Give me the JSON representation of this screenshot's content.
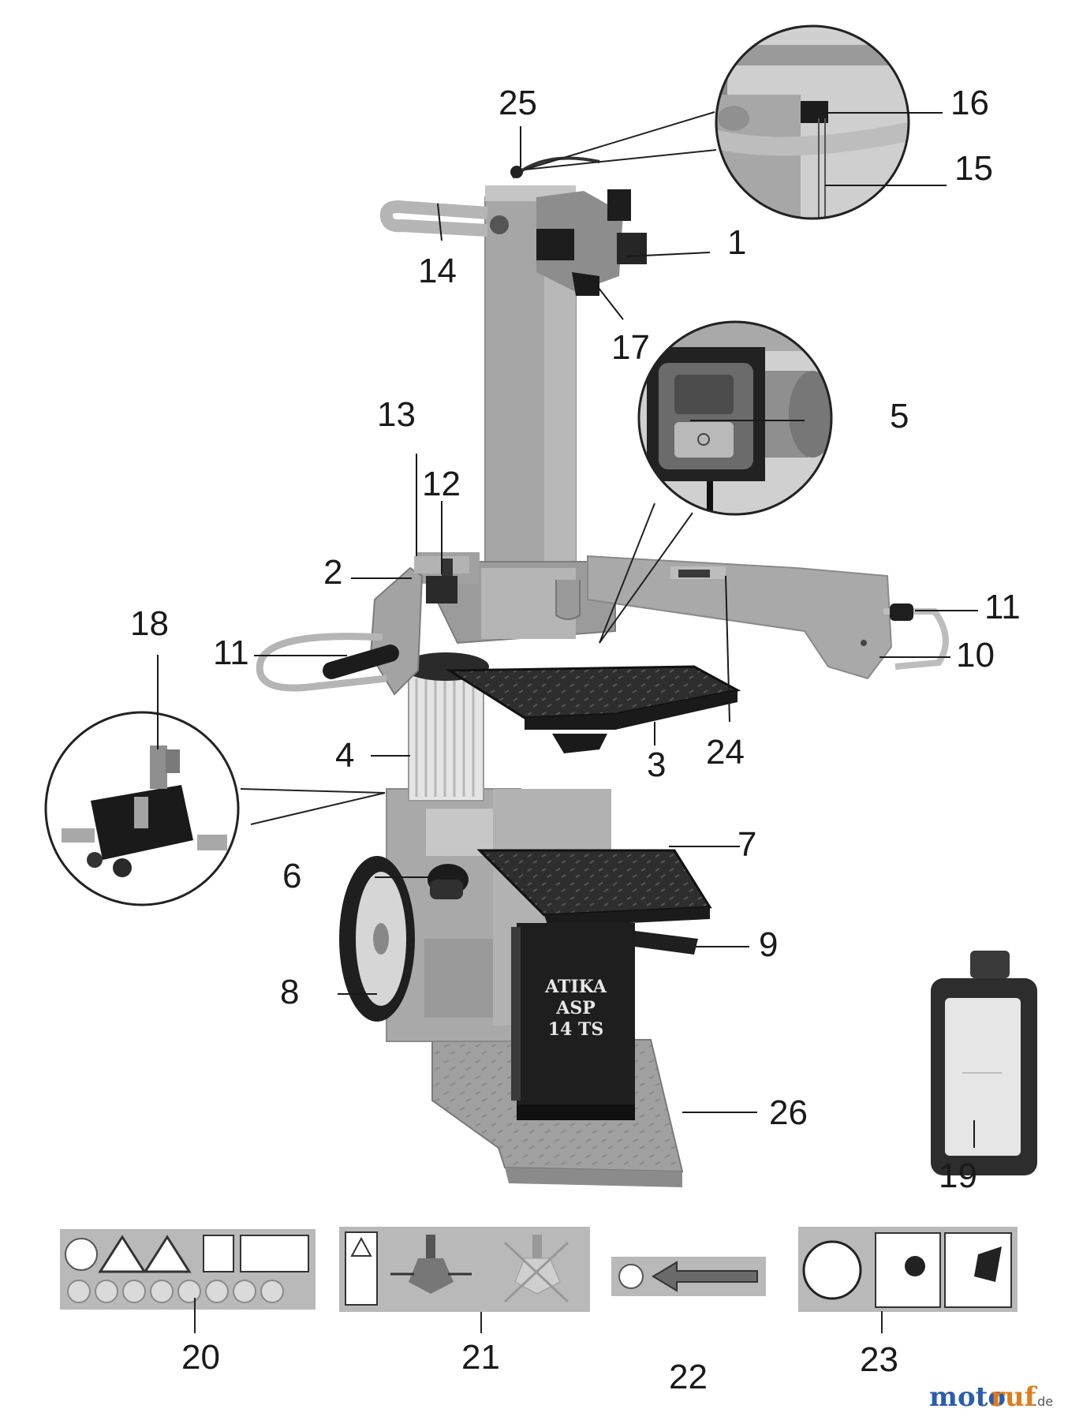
{
  "callouts": [
    {
      "id": "1",
      "text": "1"
    },
    {
      "id": "2",
      "text": "2"
    },
    {
      "id": "3",
      "text": "3"
    },
    {
      "id": "4",
      "text": "4"
    },
    {
      "id": "5",
      "text": "5"
    },
    {
      "id": "6",
      "text": "6"
    },
    {
      "id": "7",
      "text": "7"
    },
    {
      "id": "8",
      "text": "8"
    },
    {
      "id": "9",
      "text": "9"
    },
    {
      "id": "10",
      "text": "10"
    },
    {
      "id": "11a",
      "text": "11"
    },
    {
      "id": "11b",
      "text": "11"
    },
    {
      "id": "12",
      "text": "12"
    },
    {
      "id": "13",
      "text": "13"
    },
    {
      "id": "14",
      "text": "14"
    },
    {
      "id": "15",
      "text": "15"
    },
    {
      "id": "16",
      "text": "16"
    },
    {
      "id": "17",
      "text": "17"
    },
    {
      "id": "18",
      "text": "18"
    },
    {
      "id": "19",
      "text": "19"
    },
    {
      "id": "20",
      "text": "20"
    },
    {
      "id": "21",
      "text": "21"
    },
    {
      "id": "22",
      "text": "22"
    },
    {
      "id": "23",
      "text": "23"
    },
    {
      "id": "24",
      "text": "24"
    },
    {
      "id": "25",
      "text": "25"
    },
    {
      "id": "26",
      "text": "26"
    }
  ],
  "machine_label": {
    "line1": "ATIKA",
    "line2": "ASP",
    "line3": "14 TS"
  },
  "watermark": {
    "part1": "moto",
    "part2": "ruf",
    "suffix": ".de"
  },
  "colors": {
    "frame": "#a9a9a9",
    "frame_dark": "#7d7d7d",
    "table": "#2b2b2b",
    "line": "#1a1a1a",
    "watermark_blue": "#2a5db0",
    "watermark_orange": "#e07b1a"
  }
}
